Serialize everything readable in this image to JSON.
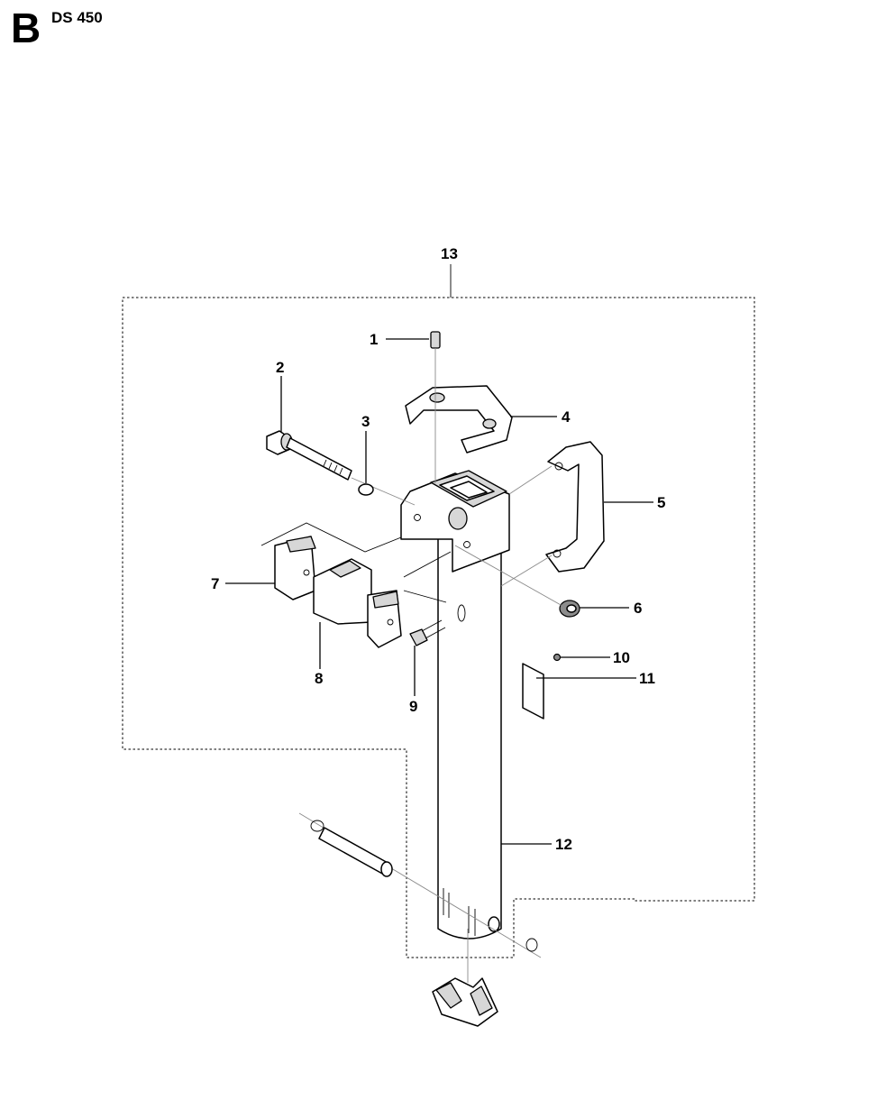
{
  "header": {
    "section": "B",
    "model": "DS 450"
  },
  "callouts": [
    {
      "id": "c1",
      "label": "1"
    },
    {
      "id": "c2",
      "label": "2"
    },
    {
      "id": "c3",
      "label": "3"
    },
    {
      "id": "c4",
      "label": "4"
    },
    {
      "id": "c5",
      "label": "5"
    },
    {
      "id": "c6",
      "label": "6"
    },
    {
      "id": "c7",
      "label": "7"
    },
    {
      "id": "c8",
      "label": "8"
    },
    {
      "id": "c9",
      "label": "9"
    },
    {
      "id": "c10",
      "label": "10"
    },
    {
      "id": "c11",
      "label": "11"
    },
    {
      "id": "c12",
      "label": "12"
    },
    {
      "id": "c13",
      "label": "13"
    }
  ]
}
